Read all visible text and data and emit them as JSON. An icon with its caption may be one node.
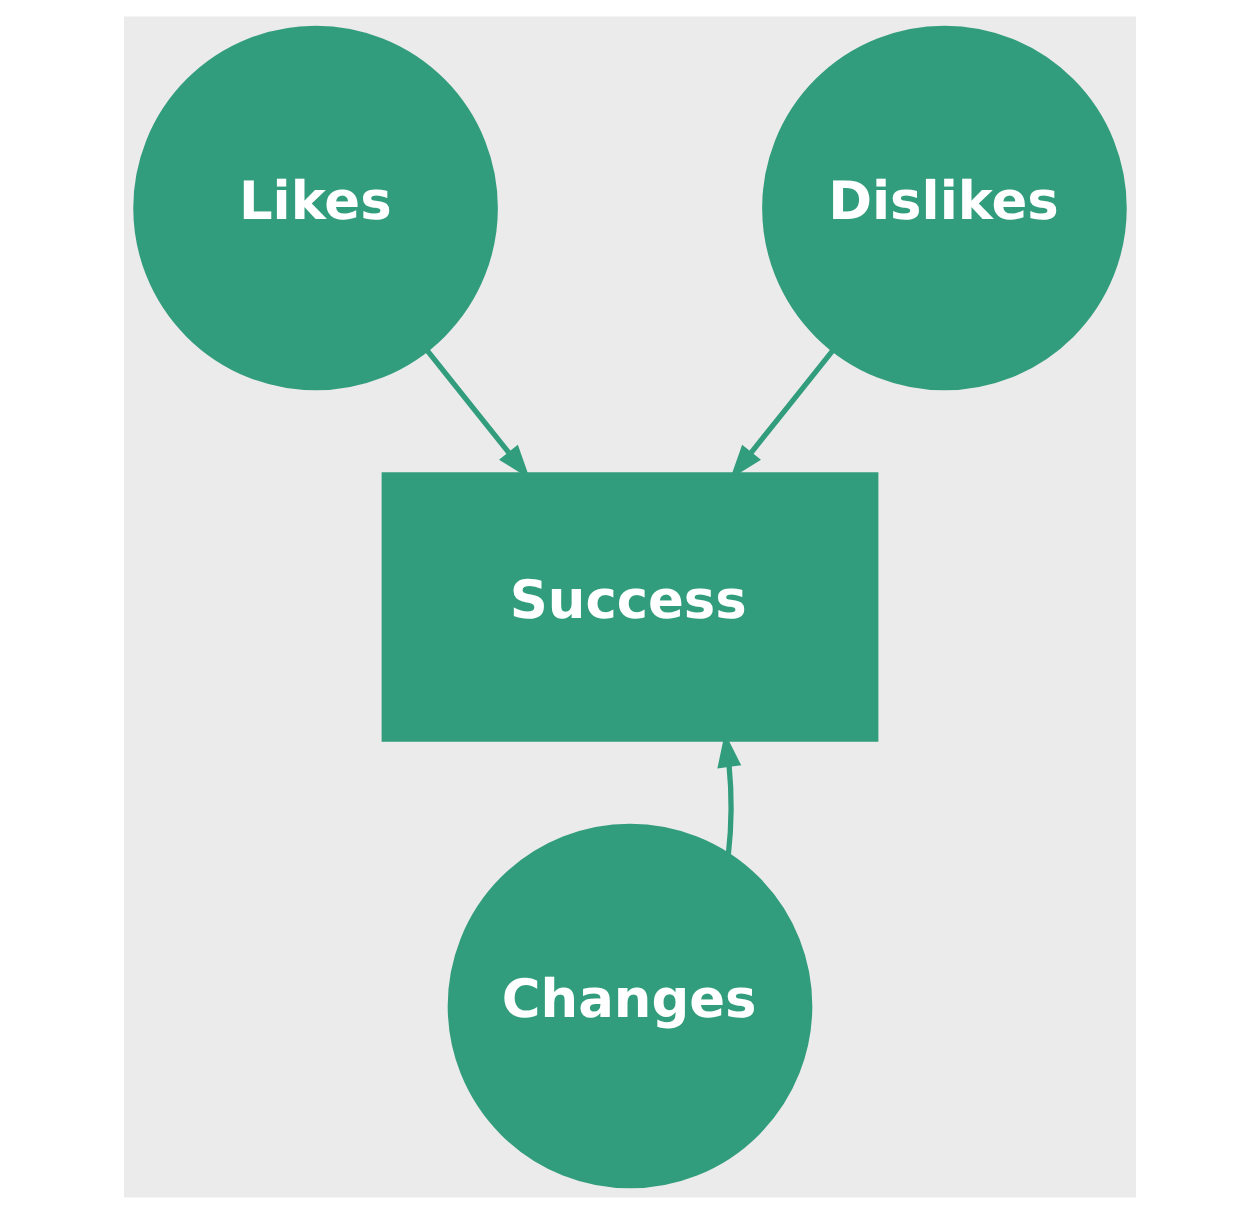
{
  "diagram": {
    "nodes": [
      {
        "text": [
          "Likes"
        ]
      },
      {
        "text": [
          "Dislikes"
        ]
      },
      {
        "text": [
          "Success"
        ]
      },
      {
        "text": [
          "Changes"
        ]
      }
    ],
    "edges": [
      {
        "from": 0,
        "to": 2,
        "arrow": "to"
      },
      {
        "from": 1,
        "to": 2,
        "arrow": "to"
      },
      {
        "from": 3,
        "to": 2,
        "arrow": "to"
      }
    ]
  }
}
